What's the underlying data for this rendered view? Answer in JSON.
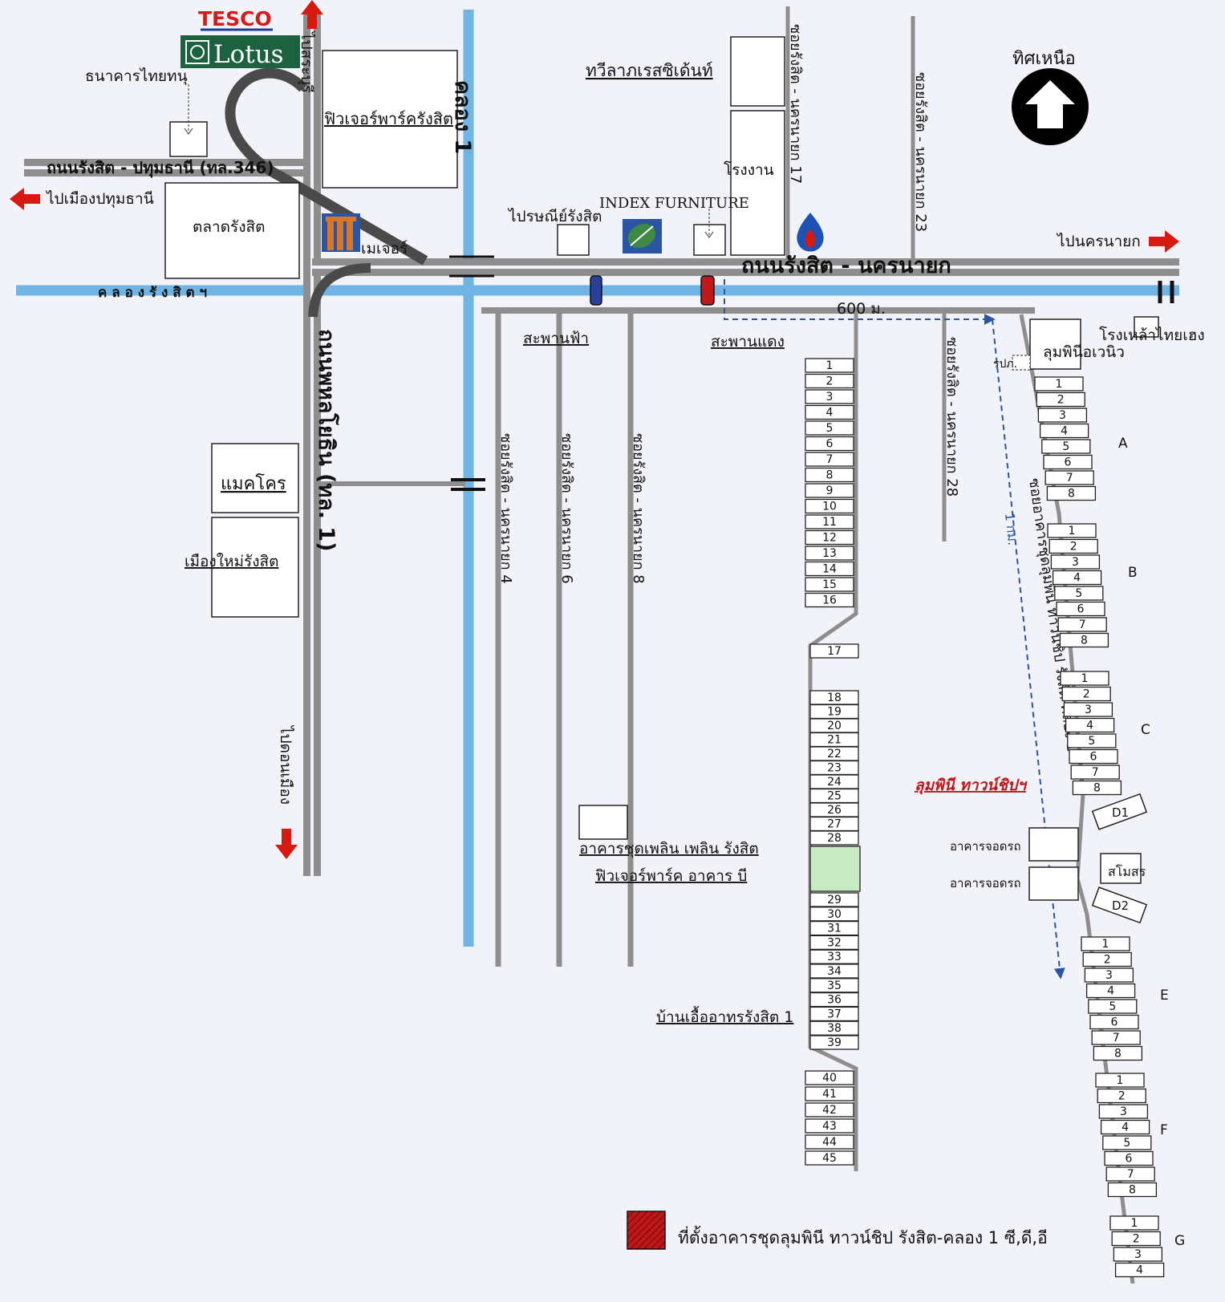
{
  "brand": {
    "tesco": "TESCO",
    "lotus": "Lotus",
    "lotus_icon": "lotus-logo-icon"
  },
  "compass": {
    "label": "ทิศเหนือ",
    "icon": "north-arrow-icon"
  },
  "roads": {
    "rangsit_pathum": "ถนนรังสิต - ปทุมธานี (ทล.346)",
    "rangsit_nakhonnayok": "ถนนรังสิต - นครนายก",
    "phahonyothin": "ถนนพหลโยธิน (ทล. 1)",
    "to_saraburi": "ไปสระบุรี",
    "to_pathumthani": "ไปเมืองปทุมธานี",
    "to_nakhonnayok": "ไปนครนายก",
    "to_donmueang": "ไปดอนเมือง",
    "khlong_1": "คลอง 1",
    "khlong_rangsit": "ค ล อ ง รั ง สิ ต ฯ",
    "soi_17": "ซอยรังสิต - นครนายก 17",
    "soi_23": "ซอยรังสิต - นครนายก 23",
    "soi_28": "ซอยรังสิต - นครนายก 28",
    "soi_4": "ซอยรังสิต - นครนายก 4",
    "soi_6": "ซอยรังสิต - นครนายก 6",
    "soi_8": "ซอยรังสิต - นครนายก 8",
    "lumpini_soi": "ซอยอาคารชุดลุมพินี ทาวน์ชิป รังสิต-คลอง 1",
    "dist_600": "600 ม.",
    "dist_1km": "1 กม."
  },
  "places": {
    "thai_bank": "ธนาคารไทยทนุ",
    "future_park": "ฟิวเจอร์พาร์ครังสิต",
    "talad_rangsit": "ตลาดรังสิต",
    "major": "เมเจอร์",
    "twilight": "ทวีลาภเรสซิเด้นท์",
    "factory": "โรงงาน",
    "post_office": "ไปรษณีย์รังสิต",
    "index": "INDEX FURNITURE",
    "sky_bridge": "สะพานฟ้า",
    "red_bridge": "สะพานแดง",
    "thai_heng": "โรงเหล้าไทยเฮง",
    "lumpini_avenue": "ลุมพินีอเวนิว",
    "security": "รปภ.",
    "makro": "แมคโคร",
    "muang_mai": "เมืองใหม่รังสิต",
    "plearn_1": "อาคารชุดเพลิน เพลิน รังสิต",
    "plearn_2": "ฟิวเจอร์พาร์ค อาคาร บี",
    "baan_ua": "บ้านเอื้ออาทรรังสิต 1",
    "lumpini_township": "ลุมพินี ทาวน์ชิปฯ",
    "parking_1": "อาคารจอดรถ",
    "parking_2": "อาคารจอดรถ",
    "pool": "สโมสร",
    "d1": "D1",
    "d2": "D2"
  },
  "blocks": {
    "A": "A",
    "B": "B",
    "C": "C",
    "E": "E",
    "F": "F",
    "G": "G"
  },
  "units_1_8": [
    "1",
    "2",
    "3",
    "4",
    "5",
    "6",
    "7",
    "8"
  ],
  "units_g": [
    "1",
    "2",
    "3",
    "4"
  ],
  "baan_units": [
    "1",
    "2",
    "3",
    "4",
    "5",
    "6",
    "7",
    "8",
    "9",
    "10",
    "11",
    "12",
    "13",
    "14",
    "15",
    "16",
    "17",
    "18",
    "19",
    "20",
    "21",
    "22",
    "23",
    "24",
    "25",
    "26",
    "27",
    "28",
    "29",
    "30",
    "31",
    "32",
    "33",
    "34",
    "35",
    "36",
    "37",
    "38",
    "39",
    "40",
    "41",
    "42",
    "43",
    "44",
    "45"
  ],
  "legend": {
    "label": "ที่ตั้งอาคารชุดลุมพินี ทาวน์ชิป รังสิต-คลอง 1 ซี,ดี,อี",
    "swatch_color": "#c0171a"
  },
  "colors": {
    "canal": "#6fb4e3",
    "road": "#8e8e8e",
    "arrow": "#d61a12",
    "highlight": "#c0171a",
    "green_plot": "#c8ebc4"
  }
}
